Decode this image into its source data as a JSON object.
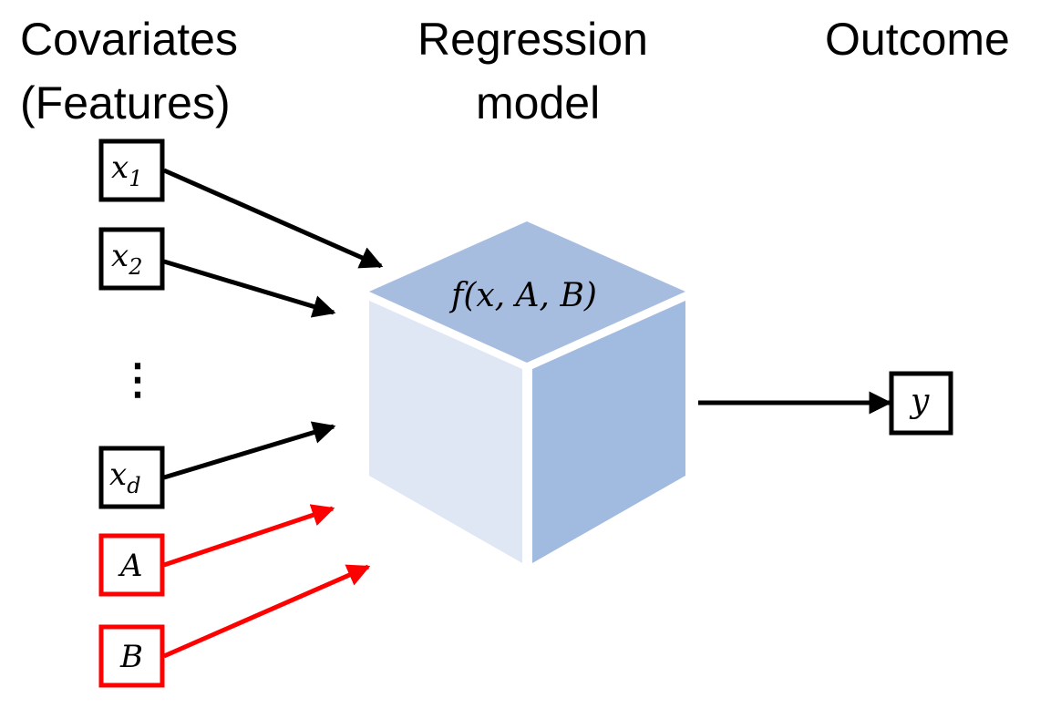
{
  "headings": {
    "covariates_line1": "Covariates",
    "covariates_line2": "(Features)",
    "model_line1": "Regression",
    "model_line2": "model",
    "outcome": "Outcome"
  },
  "inputs": {
    "x1": {
      "base": "x",
      "sub": "1"
    },
    "x2": {
      "base": "x",
      "sub": "2"
    },
    "ellipsis": "⋮",
    "xd": {
      "base": "x",
      "sub": "d"
    },
    "A": "A",
    "B": "B"
  },
  "model": {
    "function_label": "f(x, A, B)"
  },
  "output": {
    "y": "y"
  },
  "colors": {
    "feature_box": "#000000",
    "protected_box": "#ff0000",
    "cube_top": "#a7bde0",
    "cube_left": "#dfe6f4",
    "cube_right": "#a0bae0"
  }
}
